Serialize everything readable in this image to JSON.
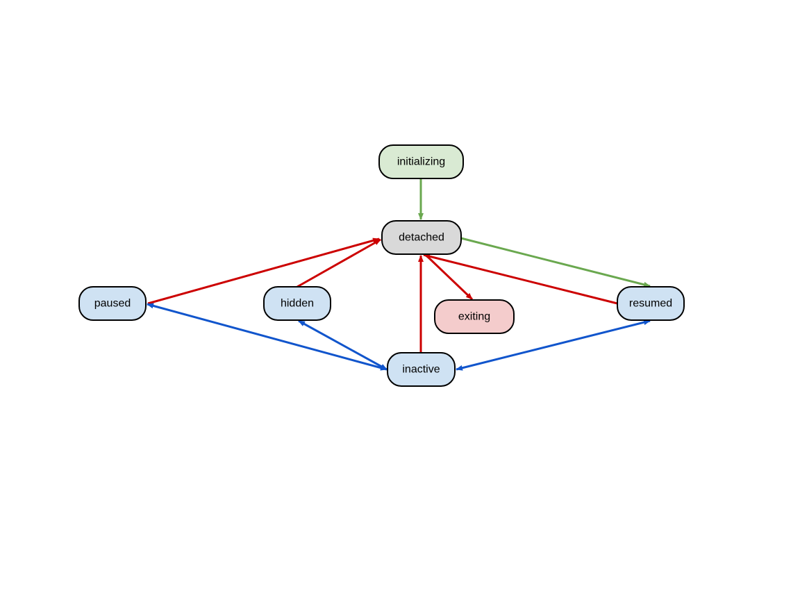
{
  "colors": {
    "green_fill": "#d9ead3",
    "gray_fill": "#d9d9d9",
    "blue_fill": "#cfe2f3",
    "red_fill": "#f4cccc",
    "green_edge": "#6aa84f",
    "red_edge": "#cc0000",
    "blue_edge": "#1155cc"
  },
  "nodes": [
    {
      "id": "initializing",
      "label": "initializing",
      "fill": "green"
    },
    {
      "id": "detached",
      "label": "detached",
      "fill": "gray"
    },
    {
      "id": "paused",
      "label": "paused",
      "fill": "blue"
    },
    {
      "id": "hidden",
      "label": "hidden",
      "fill": "blue"
    },
    {
      "id": "exiting",
      "label": "exiting",
      "fill": "red"
    },
    {
      "id": "resumed",
      "label": "resumed",
      "fill": "blue"
    },
    {
      "id": "inactive",
      "label": "inactive",
      "fill": "blue"
    }
  ],
  "edges": [
    {
      "id": "initializing-to-detached",
      "from": "initializing",
      "to": "detached",
      "color": "green",
      "direction": "forward"
    },
    {
      "id": "detached-to-resumed",
      "from": "detached",
      "to": "resumed",
      "color": "green",
      "direction": "forward"
    },
    {
      "id": "paused-to-detached",
      "from": "paused",
      "to": "detached",
      "color": "red",
      "direction": "forward"
    },
    {
      "id": "hidden-to-detached",
      "from": "hidden",
      "to": "detached",
      "color": "red",
      "direction": "forward"
    },
    {
      "id": "inactive-to-detached",
      "from": "inactive",
      "to": "detached",
      "color": "red",
      "direction": "forward"
    },
    {
      "id": "detached-to-exiting",
      "from": "detached",
      "to": "exiting",
      "color": "red",
      "direction": "forward"
    },
    {
      "id": "resumed-to-detached",
      "from": "resumed",
      "to": "detached",
      "color": "red",
      "direction": "forward"
    },
    {
      "id": "paused-inactive",
      "from": "paused",
      "to": "inactive",
      "color": "blue",
      "direction": "both"
    },
    {
      "id": "hidden-inactive",
      "from": "hidden",
      "to": "inactive",
      "color": "blue",
      "direction": "both"
    },
    {
      "id": "resumed-inactive",
      "from": "resumed",
      "to": "inactive",
      "color": "blue",
      "direction": "both"
    }
  ]
}
